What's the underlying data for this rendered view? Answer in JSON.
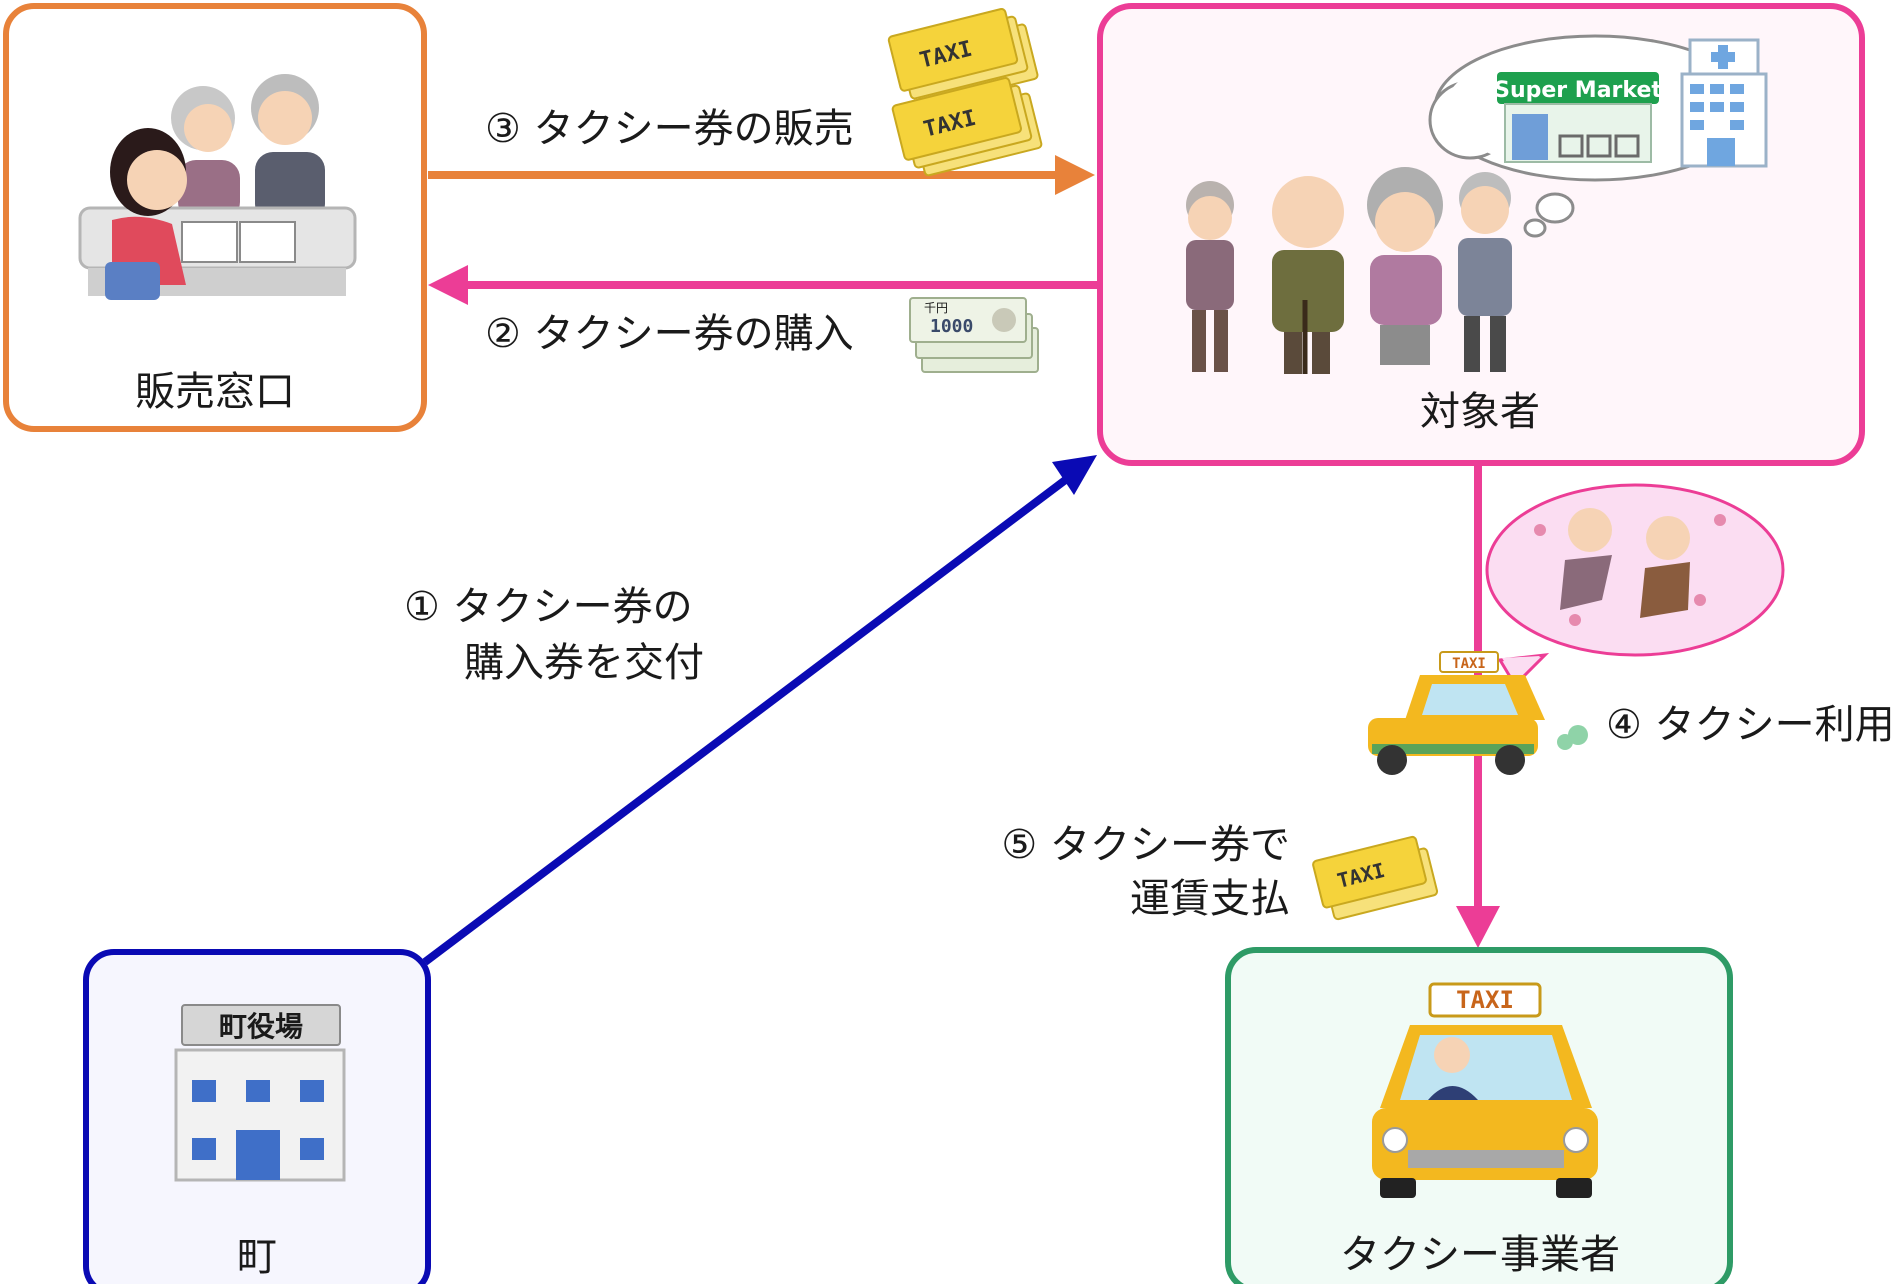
{
  "nodes": {
    "sales": {
      "label": "販売窓口"
    },
    "target": {
      "label": "対象者"
    },
    "town": {
      "label": "町",
      "sign": "町役場"
    },
    "taxi_operator": {
      "label": "タクシー事業者"
    }
  },
  "steps": {
    "s1": {
      "line1": "① タクシー券の",
      "line2": "購入券を交付"
    },
    "s2": {
      "text": "② タクシー券の購入"
    },
    "s3": {
      "text": "③ タクシー券の販売"
    },
    "s4": {
      "text": "④ タクシー利用"
    },
    "s5": {
      "line1": "⑤ タクシー券で",
      "line2": "運賃支払"
    }
  },
  "illustration_text": {
    "ticket": "TAXI",
    "supermarket": "Super Market",
    "banknote": "1000",
    "banknote_header": "千円",
    "taxi_roof": "TAXI",
    "taxi_big_roof": "TAXI"
  },
  "colors": {
    "orange": "#E8823A",
    "pink": "#EC3D96",
    "blue": "#0A0AB4",
    "green": "#2E9B66",
    "box_fill": "#FFFFFF",
    "target_fill": "#FFF6FA"
  }
}
